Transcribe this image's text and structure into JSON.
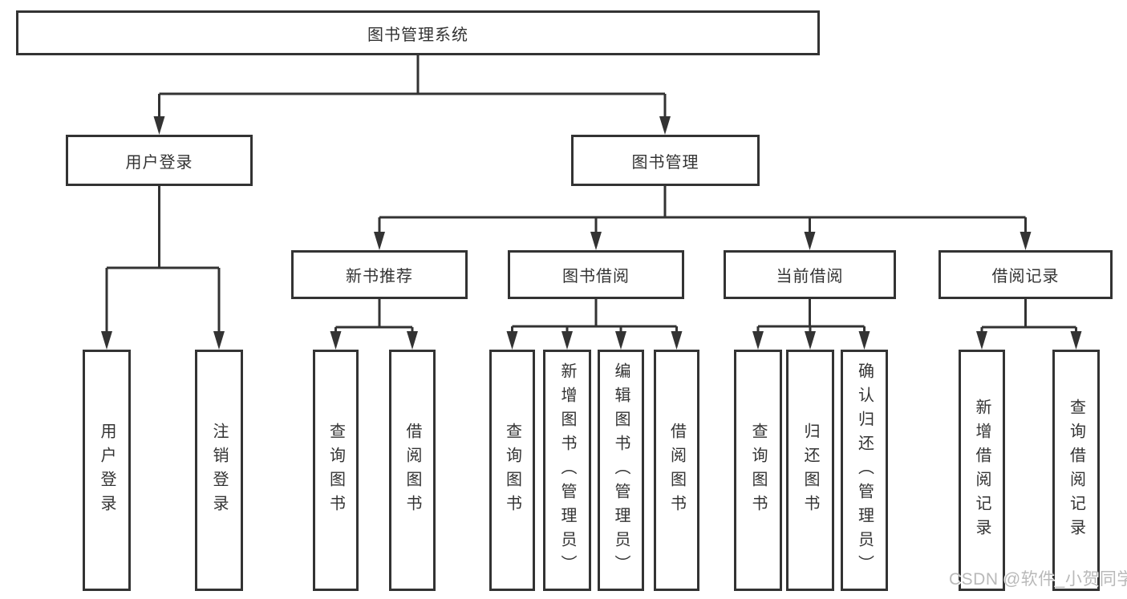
{
  "tree": {
    "root": {
      "label": "图书管理系统"
    },
    "branches": [
      {
        "label": "用户登录",
        "children": [
          {
            "label": "用户登录"
          },
          {
            "label": "注销登录"
          }
        ]
      },
      {
        "label": "图书管理",
        "children": [
          {
            "label": "新书推荐",
            "children": [
              {
                "label": "查询图书"
              },
              {
                "label": "借阅图书"
              }
            ]
          },
          {
            "label": "图书借阅",
            "children": [
              {
                "label": "查询图书"
              },
              {
                "label": "新增图书（管理员）"
              },
              {
                "label": "编辑图书（管理员）"
              },
              {
                "label": "借阅图书"
              }
            ]
          },
          {
            "label": "当前借阅",
            "children": [
              {
                "label": "查询图书"
              },
              {
                "label": "归还图书"
              },
              {
                "label": "确认归还（管理员）"
              }
            ]
          },
          {
            "label": "借阅记录",
            "children": [
              {
                "label": "新增借阅记录"
              },
              {
                "label": "查询借阅记录"
              }
            ]
          }
        ]
      }
    ]
  },
  "watermark": {
    "text": "CSDN @软件_小贺同学"
  },
  "colors": {
    "line": "#333333",
    "node_border": "#333333",
    "text": "#333333",
    "watermark": "#b9b9b9",
    "background": "#ffffff"
  }
}
